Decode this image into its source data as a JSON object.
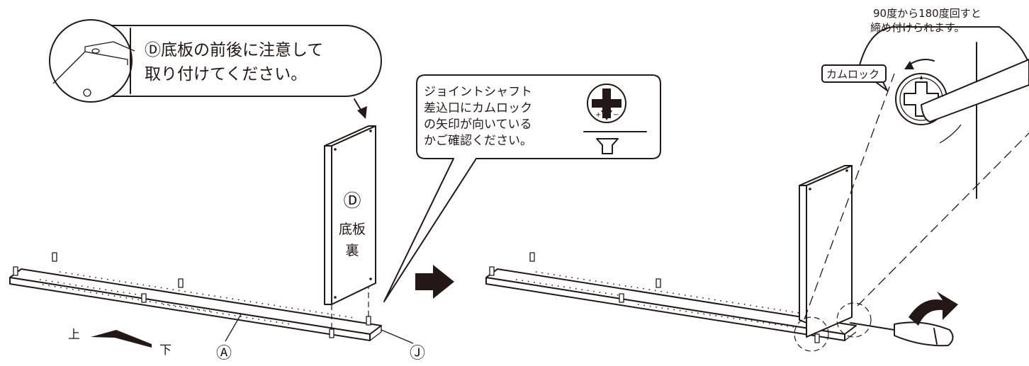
{
  "callout_top_left": {
    "line1": "Ⓓ底板の前後に注意して",
    "line2": "取り付けてください。"
  },
  "callout_joint": {
    "lines": [
      "ジョイントシャフト",
      "差込口にカムロック",
      "の矢印が向いている",
      "かご確認ください。"
    ]
  },
  "panel_d": {
    "letter": "Ⓓ",
    "line1": "底板",
    "line2": "裏"
  },
  "labels": {
    "part_a": "Ⓐ",
    "part_j": "Ⓙ",
    "direction_up": "上",
    "direction_down": "下",
    "camlock": "カムロック",
    "cam_plus": "+",
    "cam_minus": "−"
  },
  "rotate_note": {
    "line1": "90度から180度回すと",
    "line2": "締め付けられます。"
  },
  "icons": [
    "magnifier-circle",
    "screwdriver-icon",
    "cam-lock-icon",
    "next-step-arrow-icon",
    "rotation-arrow-icon"
  ]
}
